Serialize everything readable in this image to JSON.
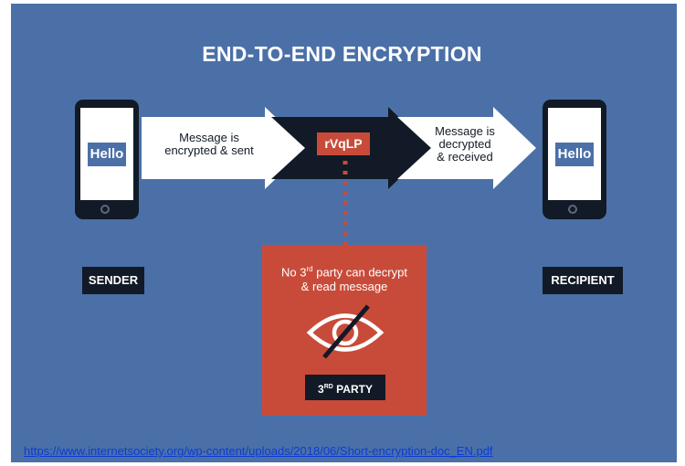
{
  "title": "END-TO-END ENCRYPTION",
  "sender": {
    "screen_text": "Hello",
    "label": "SENDER"
  },
  "recipient": {
    "screen_text": "Hello",
    "label": "RECIPIENT"
  },
  "steps": {
    "encrypt_line1": "Message is",
    "encrypt_line2": "encrypted & sent",
    "cipher_text": "rVqLP",
    "decrypt_line1": "Message is",
    "decrypt_line2": "decrypted",
    "decrypt_line3": "& received"
  },
  "third_party": {
    "line1_pre": "No 3",
    "line1_sup": "rd",
    "line1_post": " party can decrypt",
    "line2": "& read message",
    "label_pre": "3",
    "label_sup": "RD",
    "label_post": " PARTY",
    "icon": "eye-slash-icon"
  },
  "source_link": "https://www.internetsociety.org/wp-content/uploads/2018/06/Short-encryption-doc_EN.pdf",
  "colors": {
    "background": "#4b70a8",
    "dark": "#111a26",
    "accent": "#c84b3a",
    "white": "#ffffff"
  }
}
